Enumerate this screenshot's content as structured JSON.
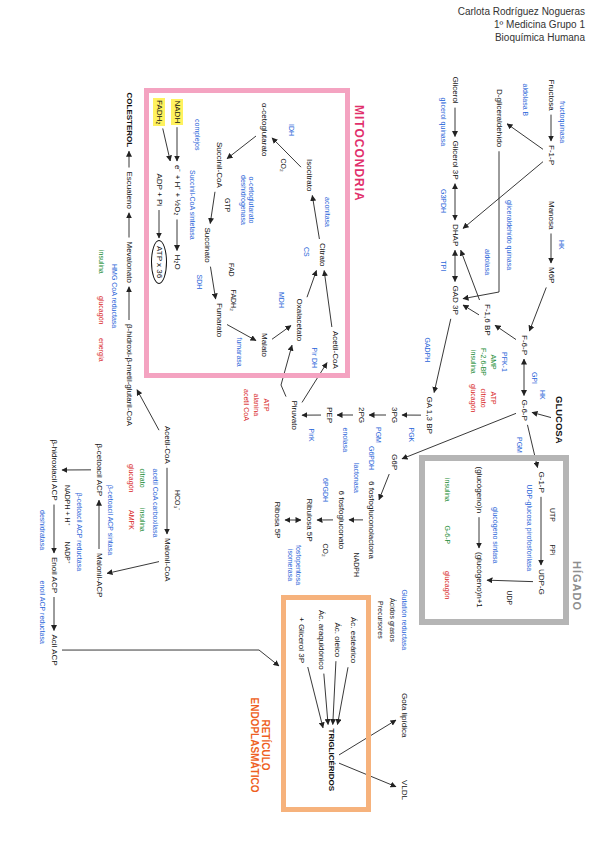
{
  "diagram": {
    "nodes": [
      {
        "text": [
          "Fructosa"
        ]
      },
      {
        "text": [
          "F-1-P"
        ]
      },
      {
        "text": [
          "D-gliceraldehído"
        ]
      },
      {
        "text": [
          "Glicerol"
        ]
      },
      {
        "text": [
          "Glicerol 3P"
        ]
      },
      {
        "text": [
          "DHAP"
        ]
      },
      {
        "text": [
          "Manosa"
        ]
      },
      {
        "text": [
          "M6P"
        ]
      },
      {
        "text": [
          "F-6-P"
        ]
      },
      {
        "text": [
          "F-1,6 BP"
        ]
      },
      {
        "text": [
          "GAD 3P"
        ]
      },
      {
        "text": [
          "GLUCOSA"
        ]
      },
      {
        "text": [
          "G-6-P"
        ]
      },
      {
        "text": [
          "HÍGADO"
        ]
      },
      {
        "text": [
          "G-1-P"
        ],
        "in": 13
      },
      {
        "text": [
          "UDP-G"
        ],
        "in": 13
      },
      {
        "text": [
          "(glucógeno)n"
        ],
        "in": 13
      },
      {
        "text": [
          "(glucógeno)n+1"
        ],
        "in": 13
      },
      {
        "text": [
          "GA 1,3 BP"
        ]
      },
      {
        "text": [
          "3PG"
        ]
      },
      {
        "text": [
          "2PG"
        ]
      },
      {
        "text": [
          "PEP"
        ]
      },
      {
        "text": [
          "Piruvato"
        ]
      },
      {
        "text": [
          "G6P"
        ]
      },
      {
        "text": [
          "6 fosfogluconolactona"
        ]
      },
      {
        "text": [
          "6 fosfogluconato"
        ]
      },
      {
        "text": [
          "Ribulosa 5P"
        ]
      },
      {
        "text": [
          "Ribosa 5P"
        ]
      },
      {
        "text": [
          "MITOCONDRIA"
        ]
      },
      {
        "text": [
          "Acetil-CoA"
        ],
        "in": 28
      },
      {
        "text": [
          "Citrato"
        ],
        "in": 28
      },
      {
        "text": [
          "Isocitrato"
        ],
        "in": 28
      },
      {
        "text": [
          "α-cetoglutarato"
        ],
        "in": 28
      },
      {
        "text": [
          "Succinil-CoA"
        ],
        "in": 28
      },
      {
        "text": [
          "Succinato"
        ],
        "in": 28
      },
      {
        "text": [
          "Fumarato"
        ],
        "in": 28
      },
      {
        "text": [
          "Malato"
        ],
        "in": 28
      },
      {
        "text": [
          "Oxalacetato"
        ],
        "in": 28
      },
      {
        "text": [
          "NADH"
        ],
        "in": 28
      },
      {
        "text": [
          "FADH₂"
        ],
        "in": 28
      },
      {
        "text": [
          "e⁻ + H⁺ + ½O₂"
        ],
        "in": 28
      },
      {
        "text": [
          "H₂O"
        ],
        "in": 28
      },
      {
        "text": [
          "ADP + Pi"
        ],
        "in": 28
      },
      {
        "text": [
          "ATP x 36"
        ],
        "in": 28
      },
      {
        "text": [
          "RETÍCULO ENDOPLASMÁTICO"
        ]
      },
      {
        "text": [
          "Ác. esteárico"
        ],
        "in": 44
      },
      {
        "text": [
          "Ác. oleico"
        ],
        "in": 44
      },
      {
        "text": [
          "Ác. araquidónico"
        ],
        "in": 44
      },
      {
        "text": [
          "+ Glicerol 3P"
        ],
        "in": 44
      },
      {
        "text": [
          "TRIGLICÉRIDOS"
        ],
        "in": 44
      },
      {
        "text": [
          "Gota lipídica"
        ]
      },
      {
        "text": [
          "VLDL"
        ]
      },
      {
        "text": [
          "Acetil-CoA"
        ]
      },
      {
        "text": [
          "β-hidroxi-β-metil-glutaril-CoA"
        ]
      },
      {
        "text": [
          "Mevalonato"
        ]
      },
      {
        "text": [
          "Escualeno"
        ]
      },
      {
        "text": [
          "COLESTEROL"
        ]
      },
      {
        "text": [
          "Malonil-CoA"
        ]
      },
      {
        "text": [
          "Malonil-ACP"
        ]
      },
      {
        "text": [
          "β-cetoacil ACP"
        ]
      },
      {
        "text": [
          "β-hidroxiacil ACP"
        ]
      },
      {
        "text": [
          "Enoil ACP"
        ]
      },
      {
        "text": [
          "Acil ACP"
        ]
      }
    ],
    "edges": [
      {
        "from": 0,
        "to": 1,
        "arrow": "to"
      },
      {
        "from": 1,
        "to": 2,
        "arrow": "to"
      },
      {
        "from": 1,
        "to": 5,
        "arrow": "to"
      },
      {
        "from": 2,
        "to": 10,
        "arrow": "to"
      },
      {
        "from": 3,
        "to": 4,
        "arrow": "to"
      },
      {
        "from": 4,
        "to": 5,
        "arrow": "both"
      },
      {
        "from": 5,
        "to": 10,
        "arrow": "both"
      },
      {
        "from": 6,
        "to": 7,
        "arrow": "to"
      },
      {
        "from": 7,
        "to": 8,
        "arrow": "to"
      },
      {
        "from": 11,
        "to": 12,
        "arrow": "to"
      },
      {
        "from": 12,
        "to": 8,
        "arrow": "both"
      },
      {
        "from": 8,
        "to": 9,
        "arrow": "to"
      },
      {
        "from": 9,
        "to": 5,
        "arrow": "to"
      },
      {
        "from": 9,
        "to": 10,
        "arrow": "to"
      },
      {
        "from": 10,
        "to": 18,
        "arrow": "to"
      },
      {
        "from": 18,
        "to": 19,
        "arrow": "to"
      },
      {
        "from": 19,
        "to": 20,
        "arrow": "to"
      },
      {
        "from": 20,
        "to": 21,
        "arrow": "to"
      },
      {
        "from": 21,
        "to": 22,
        "arrow": "to"
      },
      {
        "from": 22,
        "to": 29,
        "arrow": "to"
      },
      {
        "from": 22,
        "to": 37,
        "arrow": "to"
      },
      {
        "from": 29,
        "to": 30,
        "arrow": "to"
      },
      {
        "from": 37,
        "to": 30,
        "arrow": "to"
      },
      {
        "from": 30,
        "to": 31,
        "arrow": "to"
      },
      {
        "from": 31,
        "to": 32,
        "arrow": "to"
      },
      {
        "from": 32,
        "to": 33,
        "arrow": "to"
      },
      {
        "from": 33,
        "to": 34,
        "arrow": "to"
      },
      {
        "from": 34,
        "to": 35,
        "arrow": "to"
      },
      {
        "from": 35,
        "to": 36,
        "arrow": "to"
      },
      {
        "from": 36,
        "to": 37,
        "arrow": "to"
      },
      {
        "from": 38,
        "to": 40,
        "arrow": "to"
      },
      {
        "from": 39,
        "to": 40,
        "arrow": "to"
      },
      {
        "from": 40,
        "to": 41,
        "arrow": "to"
      },
      {
        "from": 42,
        "to": 43,
        "arrow": "to"
      },
      {
        "from": 12,
        "to": 14,
        "arrow": "to"
      },
      {
        "from": 14,
        "to": 15,
        "arrow": "to"
      },
      {
        "from": 15,
        "to": 17,
        "arrow": "to"
      },
      {
        "from": 16,
        "to": 17,
        "arrow": "to"
      },
      {
        "from": 12,
        "to": 23,
        "arrow": "to"
      },
      {
        "from": 23,
        "to": 24,
        "arrow": "to"
      },
      {
        "from": 24,
        "to": 25,
        "arrow": "to"
      },
      {
        "from": 25,
        "to": 26,
        "arrow": "to"
      },
      {
        "from": 26,
        "to": 27,
        "arrow": "both"
      },
      {
        "from": 52,
        "to": 53,
        "arrow": "to"
      },
      {
        "from": 53,
        "to": 54,
        "arrow": "to"
      },
      {
        "from": 54,
        "to": 55,
        "arrow": "to"
      },
      {
        "from": 55,
        "to": 56,
        "arrow": "to"
      },
      {
        "from": 52,
        "to": 57,
        "arrow": "to"
      },
      {
        "from": 57,
        "to": 58,
        "arrow": "to"
      },
      {
        "from": 58,
        "to": 59,
        "arrow": "to"
      },
      {
        "from": 59,
        "to": 60,
        "arrow": "to"
      },
      {
        "from": 60,
        "to": 61,
        "arrow": "to"
      },
      {
        "from": 61,
        "to": 62,
        "arrow": "to"
      },
      {
        "from": 62,
        "to": 44,
        "arrow": "to"
      },
      {
        "from": 45,
        "to": 49,
        "arrow": "to"
      },
      {
        "from": 46,
        "to": 49,
        "arrow": "to"
      },
      {
        "from": 47,
        "to": 49,
        "arrow": "to"
      },
      {
        "from": 48,
        "to": 49,
        "arrow": "to"
      },
      {
        "from": 49,
        "to": 50,
        "arrow": "to"
      },
      {
        "from": 49,
        "to": 51,
        "arrow": "to"
      }
    ],
    "labels": [
      "Carlota Rodríguez Nogueras",
      "1º Medicina Grupo 1",
      "Bioquímica Humana",
      "fructoquinasa",
      "aldolasa B",
      "gliceraldehído quinasa",
      "HK",
      "HK",
      "GPI",
      "PFK-1",
      "AMP",
      "F-2,6-BP",
      "insulina",
      "ATP",
      "citrato",
      "glucagón",
      "aldolasa",
      "glicerol quinasa",
      "G3PDH",
      "TPI",
      "PGM",
      "UTP",
      "PPi",
      "UDP-glucosa pirofosforilasa",
      "glucógeno sintasa",
      "UDP",
      "insulina",
      "G-6-P",
      "glucagón",
      "GADPH",
      "PGK",
      "PGM",
      "enolasa",
      "PirK",
      "G6PDH",
      "lactonasa",
      "NADPH",
      "6PGDH",
      "CO₂",
      "fosfopentosa isomerasa",
      "Glutatión reductasa",
      "Ácidos grasos",
      "Precursores",
      "Pir DH",
      "ATP",
      "alanina",
      "acetil CoA",
      "CS",
      "aconitasa",
      "IDH",
      "CO₂",
      "α-cetoglutarato deshidrogenasa",
      "GTP",
      "Succinil-CoA sintetasa",
      "SDH",
      "FAD",
      "FADH₂",
      "fumarasa",
      "MDH",
      "complejos",
      "HMG CoA reductasa",
      "insulina",
      "glucagón",
      "energía",
      "HCO₃⁻",
      "acetil CoA carboxilasa",
      "citrato",
      "insulina",
      "glucagón",
      "AMPK",
      "β-cetoacil ACP sintasa",
      "β-cetoacil ACP reductasa",
      "NADPH + H⁺",
      "NADP⁺",
      "deshidratasa",
      "enoil ACP reductasa"
    ]
  }
}
